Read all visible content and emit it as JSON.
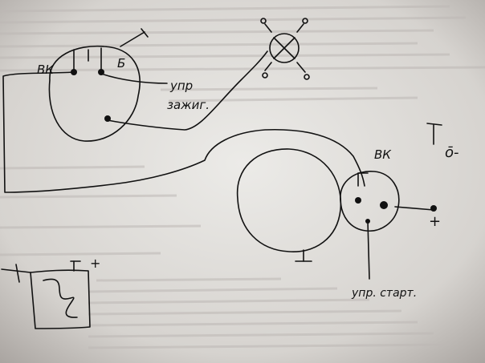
{
  "labels": {
    "vk_left": "ВК",
    "b": "Б",
    "upr_line1": "упр",
    "upr_line2": "зажиг.",
    "vk_right": "ВК",
    "upr_start": "упр. старт.",
    "plus_right": "+",
    "plus_battery": "+",
    "ground_symbol": "ō-"
  },
  "colors": {
    "paper": "#d9d6d2",
    "ink": "#111111",
    "faint_print": "#b8b4b2"
  }
}
